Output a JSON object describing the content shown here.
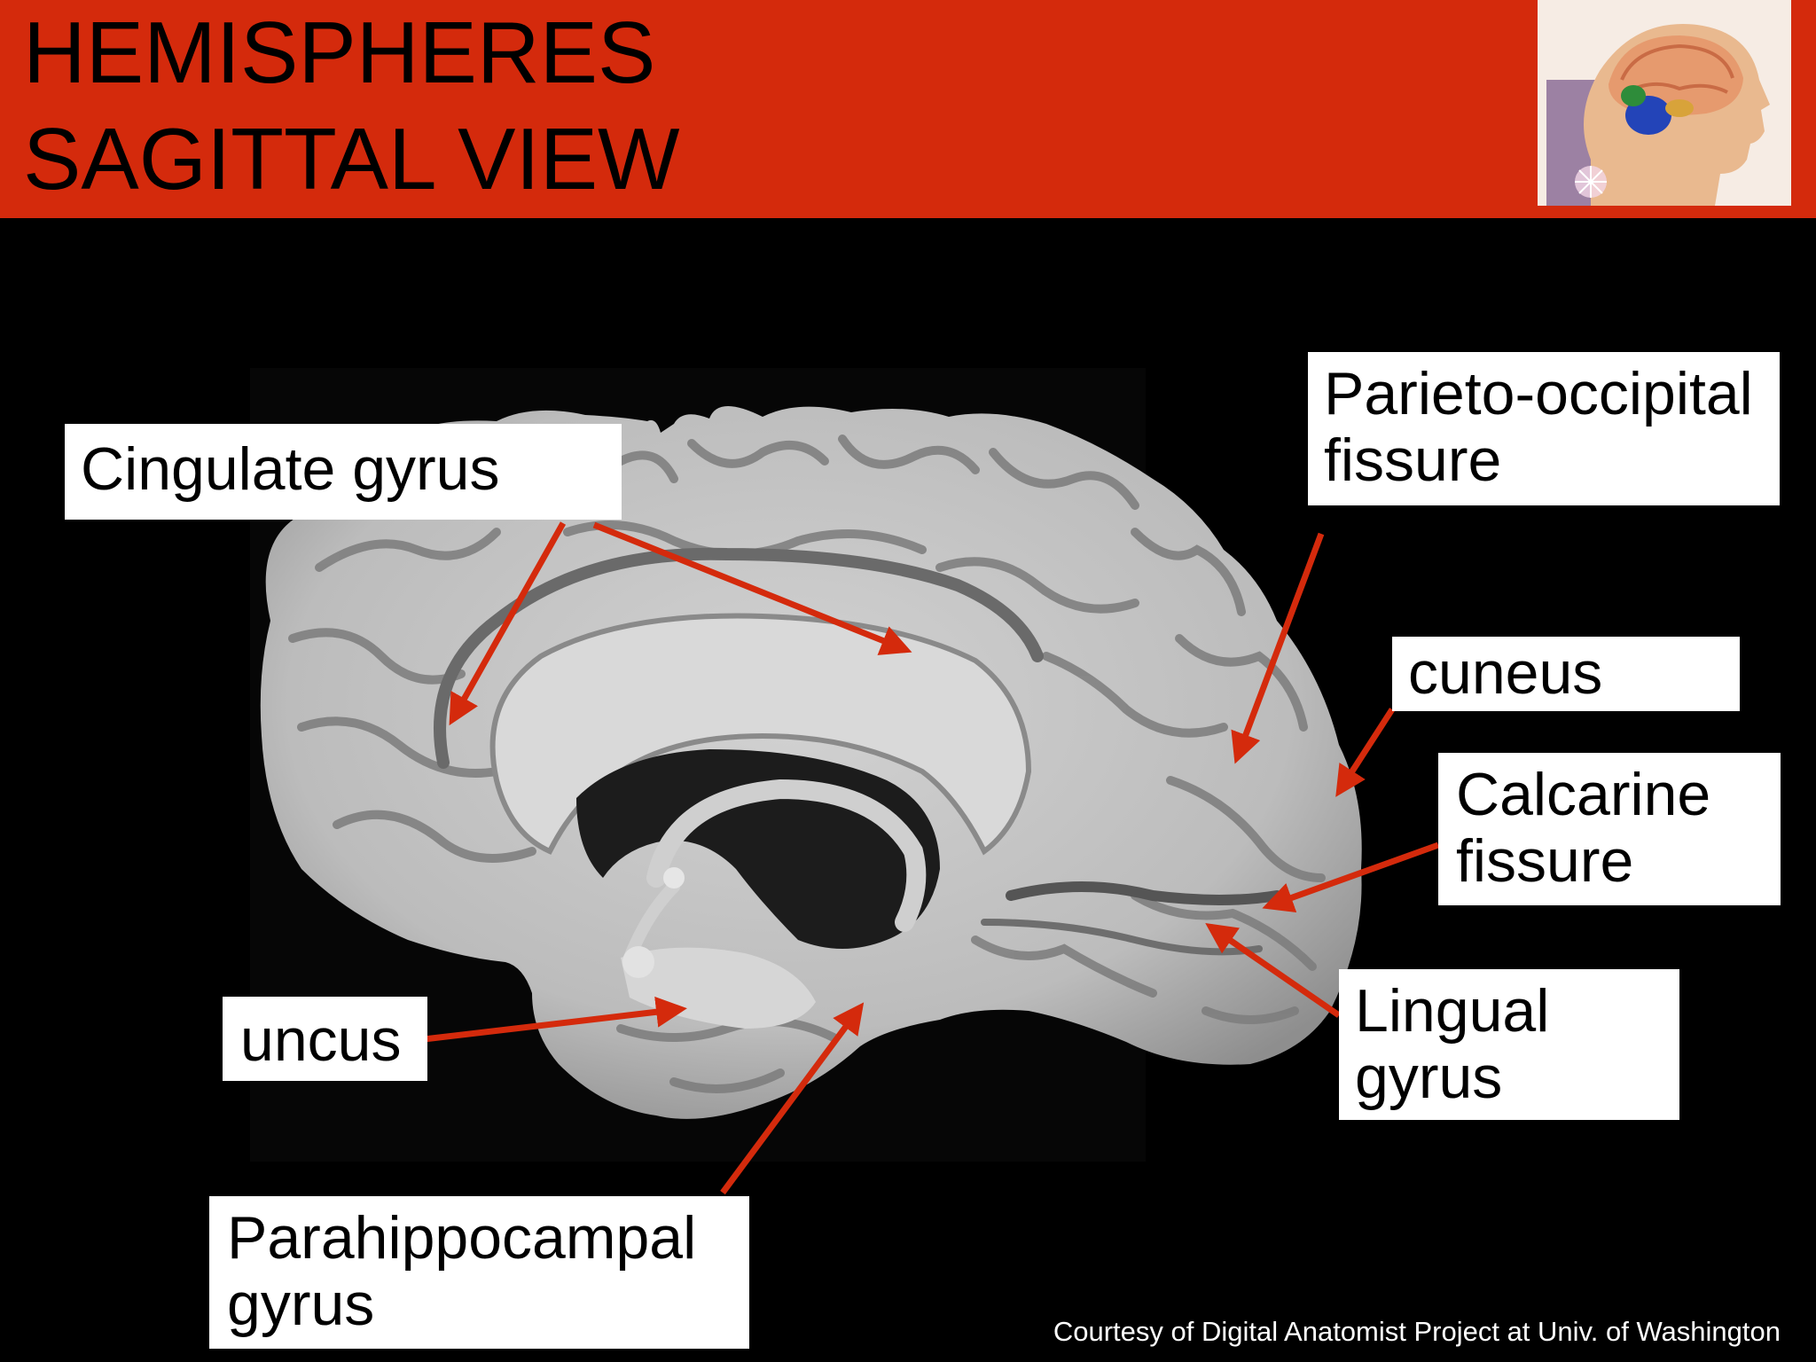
{
  "title": {
    "line1": "HEMISPHERES",
    "line2": "SAGITTAL VIEW"
  },
  "colors": {
    "banner": "#d42a0c",
    "background": "#000000",
    "arrow": "#d42a0c",
    "label_bg": "#ffffff"
  },
  "logo": {
    "icon": "brain-head-icon"
  },
  "image": {
    "icon": "brain-sagittal-section-icon"
  },
  "labels": {
    "cingulate": "Cingulate gyrus",
    "parieto_l1": "Parieto-occipital",
    "parieto_l2": "fissure",
    "cuneus": "cuneus",
    "calcarine_l1": "Calcarine",
    "calcarine_l2": "fissure",
    "lingual_l1": "Lingual",
    "lingual_l2": "gyrus",
    "uncus": "uncus",
    "parahippocampal_l1": "Parahippocampal",
    "parahippocampal_l2": "gyrus"
  },
  "credit": "Courtesy of Digital Anatomist Project at Univ. of Washington"
}
